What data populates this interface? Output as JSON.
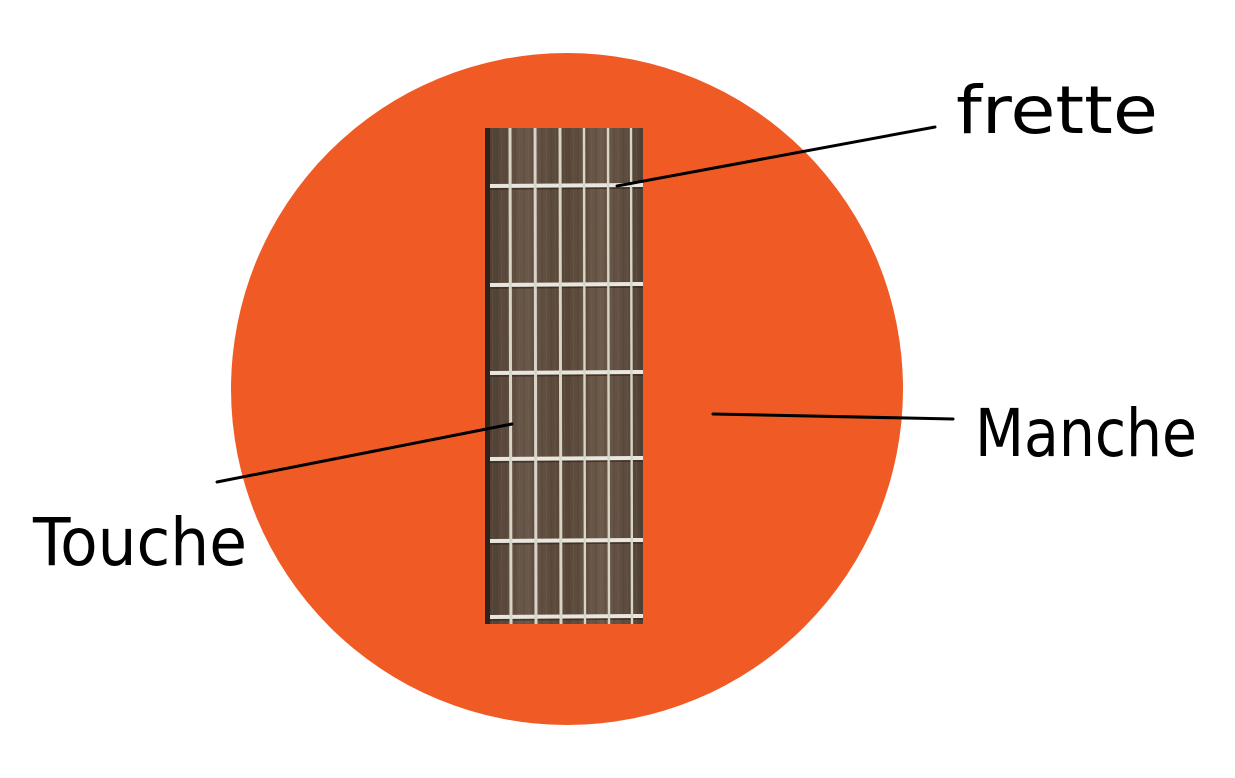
{
  "labels": {
    "frette": "frette",
    "manche": "Manche",
    "touche": "Touche"
  },
  "colors": {
    "circle": "#f05a24",
    "fretboard_wood": "#5b4a3c",
    "fret_wire": "#e9e6df",
    "string": "#d9d4c8",
    "leader_line": "#000000"
  }
}
